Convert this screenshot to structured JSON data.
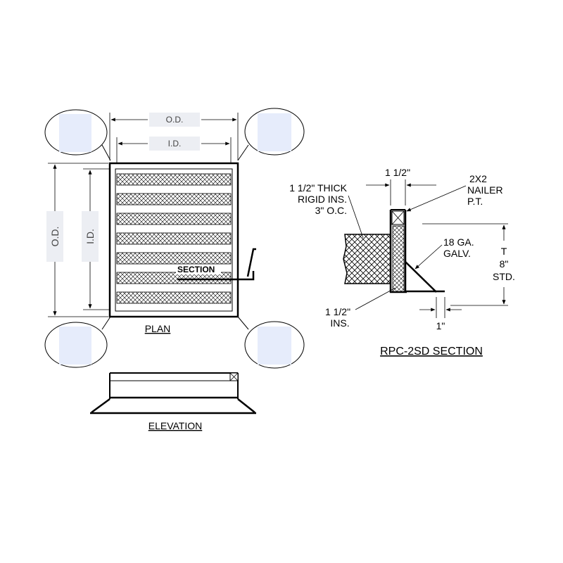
{
  "plan": {
    "dim_od_horizontal": "O.D.",
    "dim_id_horizontal": "I.D.",
    "dim_od_vertical": "O.D.",
    "dim_id_vertical": "I.D.",
    "section_marker": "SECTION",
    "title": "PLAN"
  },
  "elevation": {
    "title": "ELEVATION"
  },
  "section": {
    "dim_top": "1 1/2\"",
    "label_nailer_1": "2X2",
    "label_nailer_2": "NAILER",
    "label_nailer_3": "P.T.",
    "label_rigid_1": "1 1/2\" THICK",
    "label_rigid_2": "RIGID INS.",
    "label_rigid_3": "3\" O.C.",
    "label_galv_1": "18 GA.",
    "label_galv_2": "GALV.",
    "dim_height_1": "T",
    "dim_height_2": "8\"",
    "dim_height_3": "STD.",
    "label_ins_1": "1 1/2\"",
    "label_ins_2": "INS.",
    "dim_flange": "1\"",
    "title": "RPC-2SD SECTION"
  },
  "colors": {
    "line": "#000000",
    "highlight_box": "#e6ecfb",
    "dim_label_bg": "#eceef3"
  }
}
